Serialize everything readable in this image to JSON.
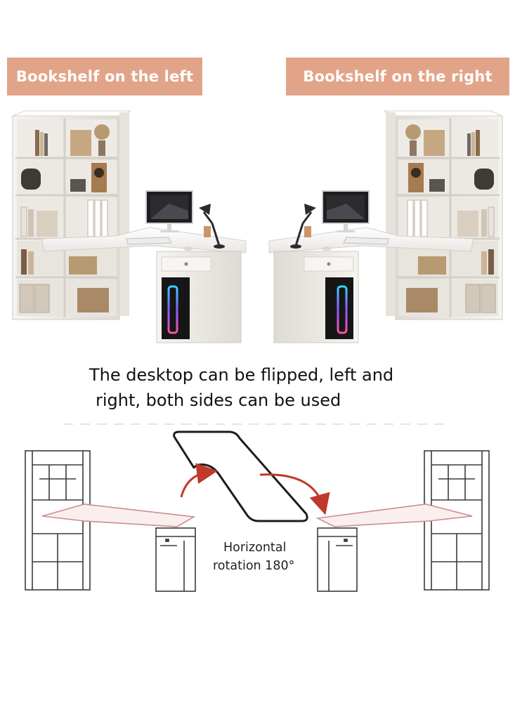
{
  "banners": {
    "left": "Bookshelf on the left",
    "right": "Bookshelf on the right"
  },
  "caption": {
    "line1": "The desktop can be flipped, left and",
    "line2": "right, both sides can be used"
  },
  "rotation_label": {
    "line1": "Horizontal",
    "line2": "rotation 180°"
  },
  "colors": {
    "banner": "#e2a488",
    "furniture": "#f4f2ee",
    "outline": "#3a3a3a",
    "arrow": "#c0392b"
  }
}
